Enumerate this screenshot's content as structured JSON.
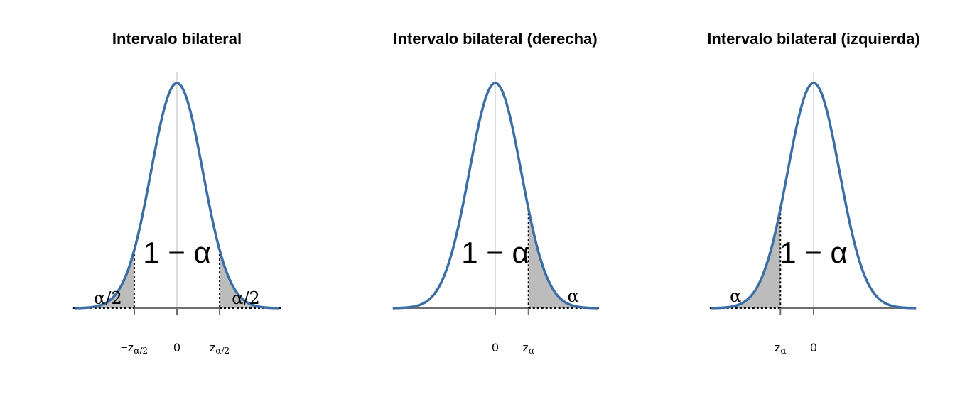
{
  "colors": {
    "curve": "#3a6ea5",
    "shade": "#bcbcbc",
    "axis": "#6e6e6e",
    "midline": "#dddddd"
  },
  "panels": [
    {
      "title": "Intervalo bilateral",
      "shaded": "both",
      "cutoff": 1.645,
      "central_label": "1 − α",
      "tail_labels": {
        "left": "α/2",
        "right": "α/2"
      },
      "ticks": [
        {
          "value": -1.645,
          "main": "−z",
          "sub": "α/2"
        },
        {
          "value": 0,
          "main": "0",
          "sub": ""
        },
        {
          "value": 1.645,
          "main": "z",
          "sub": "α/2"
        }
      ]
    },
    {
      "title": "Intervalo bilateral (derecha)",
      "shaded": "right",
      "cutoff": 1.28,
      "central_label": "1 − α",
      "tail_labels": {
        "left": "",
        "right": "α"
      },
      "ticks": [
        {
          "value": 0,
          "main": "0",
          "sub": ""
        },
        {
          "value": 1.28,
          "main": "z",
          "sub": "α"
        }
      ]
    },
    {
      "title": "Intervalo bilateral (izquierda)",
      "shaded": "left",
      "cutoff": -1.28,
      "central_label": "1 − α",
      "tail_labels": {
        "left": "α",
        "right": ""
      },
      "ticks": [
        {
          "value": -1.28,
          "main": "z",
          "sub": "α"
        },
        {
          "value": 0,
          "main": "0",
          "sub": ""
        }
      ]
    }
  ]
}
